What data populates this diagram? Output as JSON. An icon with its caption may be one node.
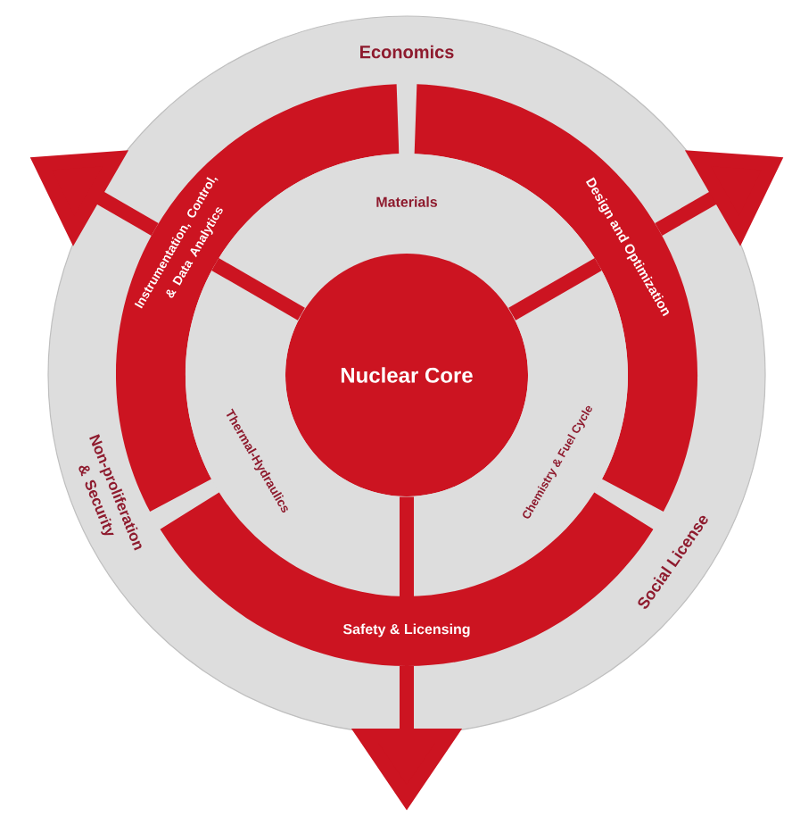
{
  "diagram": {
    "nodes": [
      {
        "text": [
          "Economics",
          "Non-proliferation & Security",
          "Social License"
        ]
      },
      {
        "text": [
          "Instrumentation, Control, & Data Analytics"
        ],
        "in": 0
      },
      {
        "text": [
          "Design and Optimization"
        ],
        "in": 0
      },
      {
        "text": [
          "Materials"
        ],
        "in": 0
      },
      {
        "text": [
          "Nuclear Core"
        ],
        "in": 0
      },
      {
        "text": [
          "Thermal-Hydraulics"
        ],
        "in": 0
      },
      {
        "text": [
          "Chemistry & Fuel Cycle"
        ],
        "in": 0
      },
      {
        "text": [
          "Safety & Licensing"
        ],
        "in": 0
      }
    ],
    "edges": [
      {
        "from": 4,
        "to": 1,
        "arrow": "none"
      },
      {
        "from": 4,
        "to": 2,
        "arrow": "none"
      },
      {
        "from": 4,
        "to": 7,
        "arrow": "none"
      },
      {
        "from": 1,
        "to": null,
        "arrow": "to"
      },
      {
        "from": 2,
        "to": null,
        "arrow": "to"
      },
      {
        "from": 7,
        "to": null,
        "arrow": "to"
      }
    ]
  }
}
